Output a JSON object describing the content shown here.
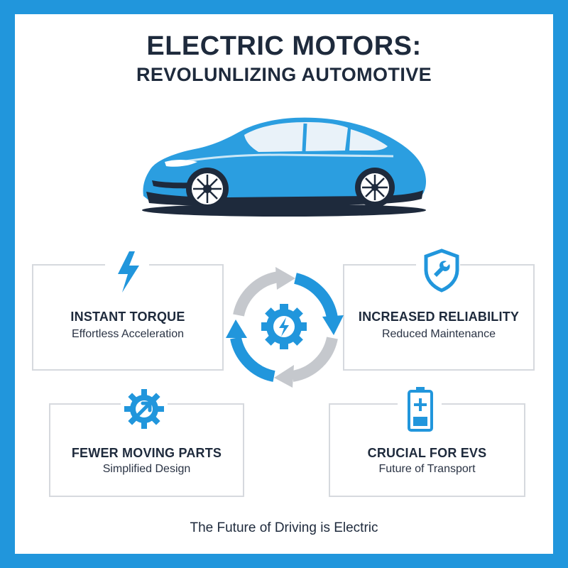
{
  "header": {
    "title_line1": "ELECTRIC MOTORS:",
    "title_line2": "REVOLUNLIZING AUTOMOTIVE"
  },
  "features": [
    {
      "title": "INSTANT TORQUE",
      "subtitle": "Effortless Acceleration",
      "icon": "lightning-bolt-icon"
    },
    {
      "title": "INCREASED RELIABILITY",
      "subtitle": "Reduced Maintenance",
      "icon": "shield-wrench-icon"
    },
    {
      "title": "FEWER MOVING PARTS",
      "subtitle": "Simplified Design",
      "icon": "gear-arrow-icon"
    },
    {
      "title": "CRUCIAL FOR EVS",
      "subtitle": "Future of Transport",
      "icon": "battery-icon"
    }
  ],
  "center": {
    "icon": "gear-lightning-cycle-icon"
  },
  "footer": {
    "tagline": "The Future of Driving is Electric"
  },
  "colors": {
    "accent": "#2196dc",
    "text_dark": "#1e2a3c",
    "panel_border": "#d6d9de",
    "arrow_gray": "#c5c8cd"
  }
}
